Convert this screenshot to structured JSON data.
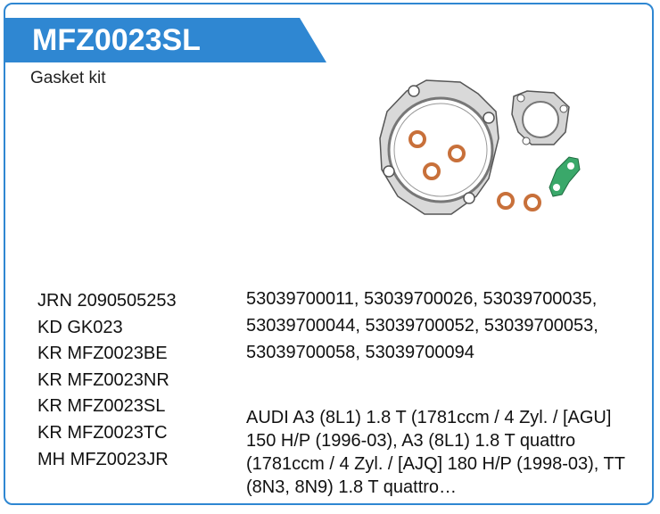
{
  "header": {
    "title": "MFZ0023SL",
    "subtitle": "Gasket kit"
  },
  "references": [
    "JRN 2090505253",
    "KD GK023",
    "KR MFZ0023BE",
    "KR MFZ0023NR",
    "KR MFZ0023SL",
    "KR MFZ0023TC",
    "MH MFZ0023JR"
  ],
  "oem_numbers": "53039700011, 53039700026, 53039700035, 53039700044, 53039700052, 53039700053, 53039700058, 53039700094",
  "vehicles": "AUDI A3 (8L1) 1.8 T (1781ccm / 4 Zyl. / [AGU] 150 H/P (1996-03), A3 (8L1) 1.8 T quattro (1781ccm / 4 Zyl. / [AJQ] 180 H/P (1998-03), TT (8N3, 8N9) 1.8 T quattro…",
  "colors": {
    "accent": "#2f87d2",
    "gasket_metal": "#9a9a9a",
    "copper_ring": "#c8703a",
    "green_gasket": "#3aa86a"
  }
}
